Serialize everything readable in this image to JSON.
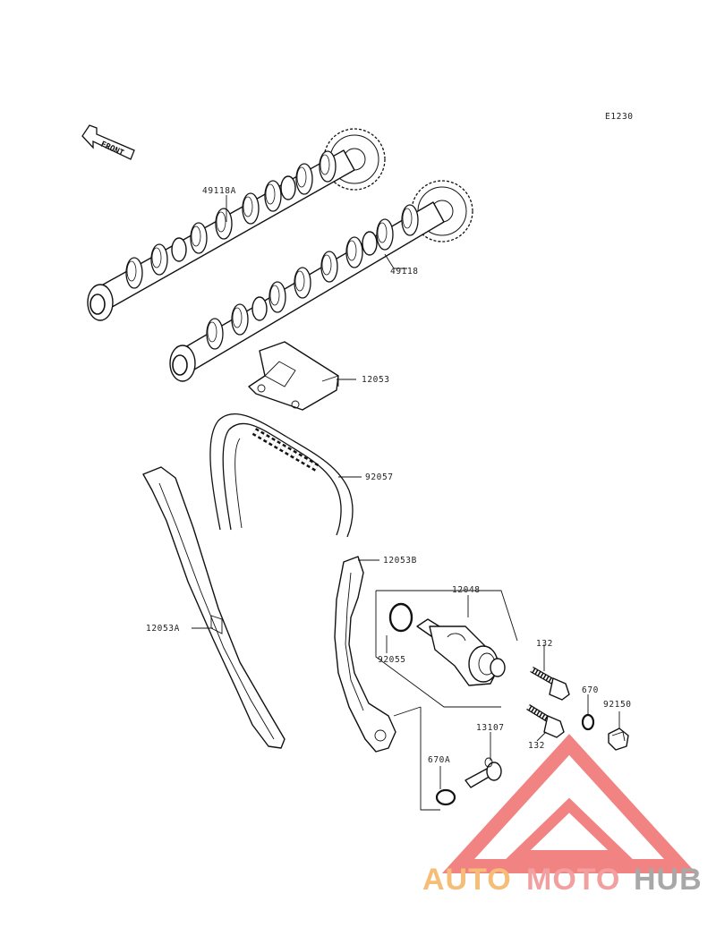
{
  "diagram": {
    "code": "E1230",
    "front_label": "FRONT",
    "parts": [
      {
        "id": "cam-intake",
        "label": "49118A"
      },
      {
        "id": "cam-exhaust",
        "label": "49118"
      },
      {
        "id": "cam-holder",
        "label": "12053"
      },
      {
        "id": "chain",
        "label": "92057"
      },
      {
        "id": "guide-top",
        "label": "12053B"
      },
      {
        "id": "tensioner",
        "label": "12048"
      },
      {
        "id": "guide-rear",
        "label": "12053A"
      },
      {
        "id": "oring-tensioner",
        "label": "92055"
      },
      {
        "id": "bolt-upper",
        "label": "132"
      },
      {
        "id": "bolt-lower",
        "label": "132"
      },
      {
        "id": "washer-670",
        "label": "670"
      },
      {
        "id": "cap-bolt",
        "label": "92150"
      },
      {
        "id": "plunger-pin",
        "label": "13107"
      },
      {
        "id": "oring-670a",
        "label": "670A"
      }
    ]
  },
  "watermark": {
    "part1": "AUTO",
    "part2": "MOTO",
    "part3": "HUB",
    "color1": "#f4a74a",
    "color2": "#ee7f80",
    "color3": "#8c8c8c",
    "logo_color": "#ee5a5a"
  }
}
